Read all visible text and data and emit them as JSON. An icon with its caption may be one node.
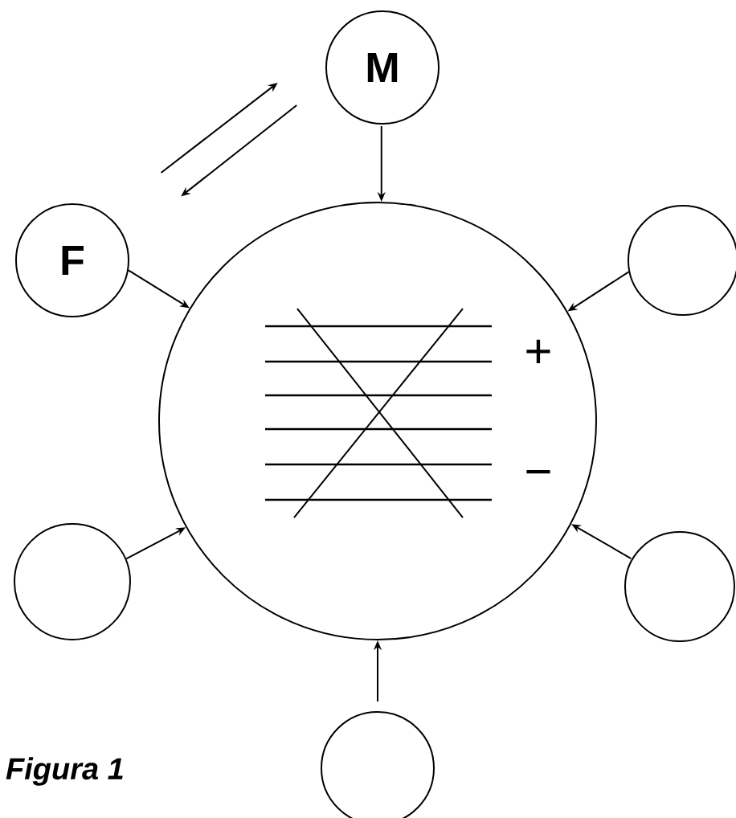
{
  "diagram": {
    "caption": "Figura 1",
    "nodes": [
      {
        "text": [],
        "shape": "circle"
      },
      {
        "text": [
          "M"
        ]
      },
      {
        "text": [
          "F"
        ]
      },
      {
        "text": [],
        "shape": "circle"
      },
      {
        "text": [],
        "shape": "circle"
      },
      {
        "text": [],
        "shape": "circle"
      },
      {
        "text": [],
        "shape": "circle"
      }
    ],
    "edges": [
      {
        "from": 1,
        "to": 0,
        "arrow": "to"
      },
      {
        "from": 2,
        "to": 0,
        "arrow": "to"
      },
      {
        "from": 3,
        "to": 0,
        "arrow": "to"
      },
      {
        "from": 4,
        "to": 0,
        "arrow": "to"
      },
      {
        "from": 5,
        "to": 0,
        "arrow": "to"
      },
      {
        "from": 6,
        "to": 0,
        "arrow": "to"
      },
      {
        "from": 2,
        "to": 1,
        "arrow": "to"
      },
      {
        "from": 1,
        "to": 2,
        "arrow": "to"
      }
    ],
    "labels": [
      "+",
      "−"
    ]
  }
}
